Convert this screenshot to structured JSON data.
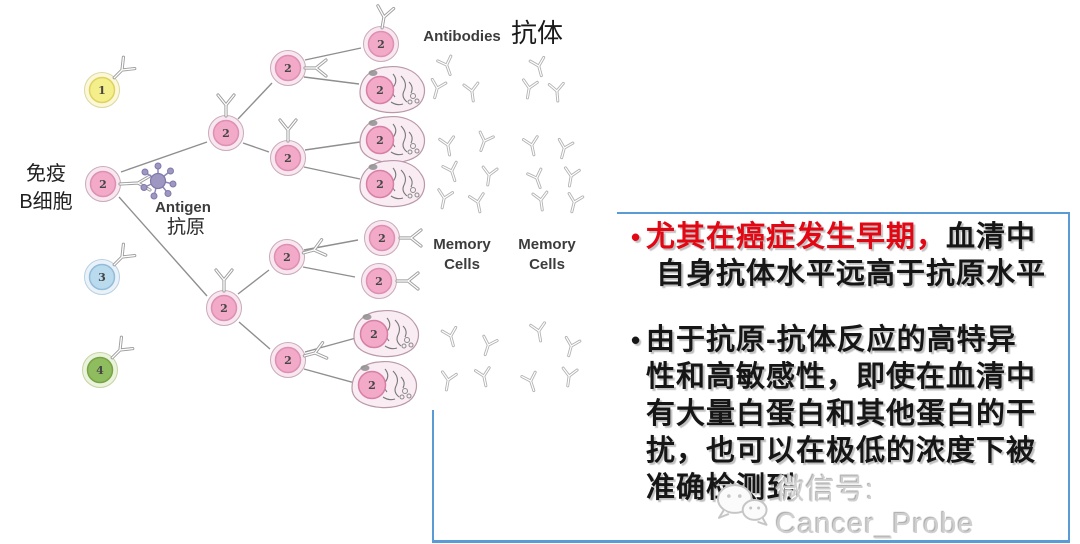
{
  "diagram": {
    "immune_label": {
      "line1": "免疫",
      "line2": "B细胞"
    },
    "antigen": {
      "en": "Antigen",
      "zh": "抗原"
    },
    "antibodies": {
      "en": "Antibodies",
      "zh": "抗体"
    },
    "memory_left": {
      "line1": "Memory",
      "line2": "Cells"
    },
    "memory_right": {
      "line1": "Memory",
      "line2": "Cells"
    },
    "cell_numbers": {
      "n1": "1",
      "n2": "2",
      "n3": "3",
      "n4": "4"
    },
    "colors": {
      "cell_yellow": "#f4ee8b",
      "cell_pink": "#f2aac8",
      "cell_blue": "#badaee",
      "cell_green": "#90bc60",
      "antigen_purple": "#9d97c2",
      "antibody_gray": "#b3b3b3"
    }
  },
  "panel": {
    "border_color": "#5b9bd5",
    "accent_red": "#e30613",
    "bullet_glyph": "•",
    "bullet1": {
      "line1_red": "尤其在癌症发生早期，",
      "line1_black": "血清中",
      "line2": "自身抗体水平远高于抗原水平"
    },
    "bullet2": {
      "lines": [
        "由于抗原-抗体反应的高特异",
        "性和高敏感性，即使在血清中",
        "有大量白蛋白和其他蛋白的干",
        "扰，也可以在极低的浓度下被",
        "准确检测到"
      ]
    }
  },
  "watermark": {
    "label": "微信号: Cancer_Probe"
  }
}
